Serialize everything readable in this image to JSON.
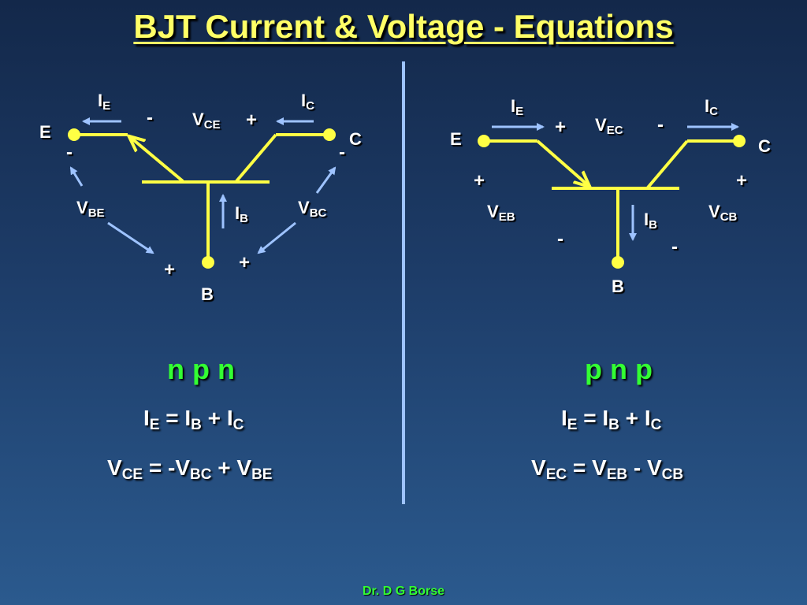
{
  "title": "BJT Current & Voltage - Equations",
  "footer": "Dr. D G Borse",
  "colors": {
    "title": "#ffff66",
    "wire": "#ffff44",
    "arrow": "#9ec3ff",
    "type_label": "#33ff33",
    "divider": "#9ec3ff"
  },
  "npn": {
    "type_label": "n p n",
    "terminals": {
      "E": "E",
      "C": "C",
      "B": "B"
    },
    "ie": {
      "main": "I",
      "sub": "E"
    },
    "ic": {
      "main": "I",
      "sub": "C"
    },
    "ib": {
      "main": "I",
      "sub": "B"
    },
    "vce": {
      "main": "V",
      "sub": "CE"
    },
    "vbe": {
      "main": "V",
      "sub": "BE"
    },
    "vbc": {
      "main": "V",
      "sub": "BC"
    },
    "signs": {
      "vce_left": "-",
      "vce_right": "+",
      "e": "-",
      "c": "-",
      "b_left": "+",
      "b_right": "+"
    },
    "eq1": {
      "a": "I",
      "a_sub": "E",
      "op1": " = I",
      "b_sub": "B",
      "op2": " + I",
      "c_sub": "C"
    },
    "eq2": {
      "a": "V",
      "a_sub": "CE",
      "op1": " = -V",
      "b_sub": "BC",
      "op2": " + V",
      "c_sub": "BE"
    }
  },
  "pnp": {
    "type_label": "p n p",
    "terminals": {
      "E": "E",
      "C": "C",
      "B": "B"
    },
    "ie": {
      "main": "I",
      "sub": "E"
    },
    "ic": {
      "main": "I",
      "sub": "C"
    },
    "ib": {
      "main": "I",
      "sub": "B"
    },
    "vec": {
      "main": "V",
      "sub": "EC"
    },
    "veb": {
      "main": "V",
      "sub": "EB"
    },
    "vcb": {
      "main": "V",
      "sub": "CB"
    },
    "signs": {
      "vec_left": "+",
      "vec_right": "-",
      "e": "+",
      "c": "+",
      "b_left": "-",
      "b_right": "-"
    },
    "eq1": {
      "a": "I",
      "a_sub": "E",
      "op1": " = I",
      "b_sub": "B",
      "op2": " + I",
      "c_sub": "C"
    },
    "eq2": {
      "a": "V",
      "a_sub": "EC",
      "op1": " = V",
      "b_sub": "EB",
      "op2": " - V",
      "c_sub": "CB"
    }
  }
}
